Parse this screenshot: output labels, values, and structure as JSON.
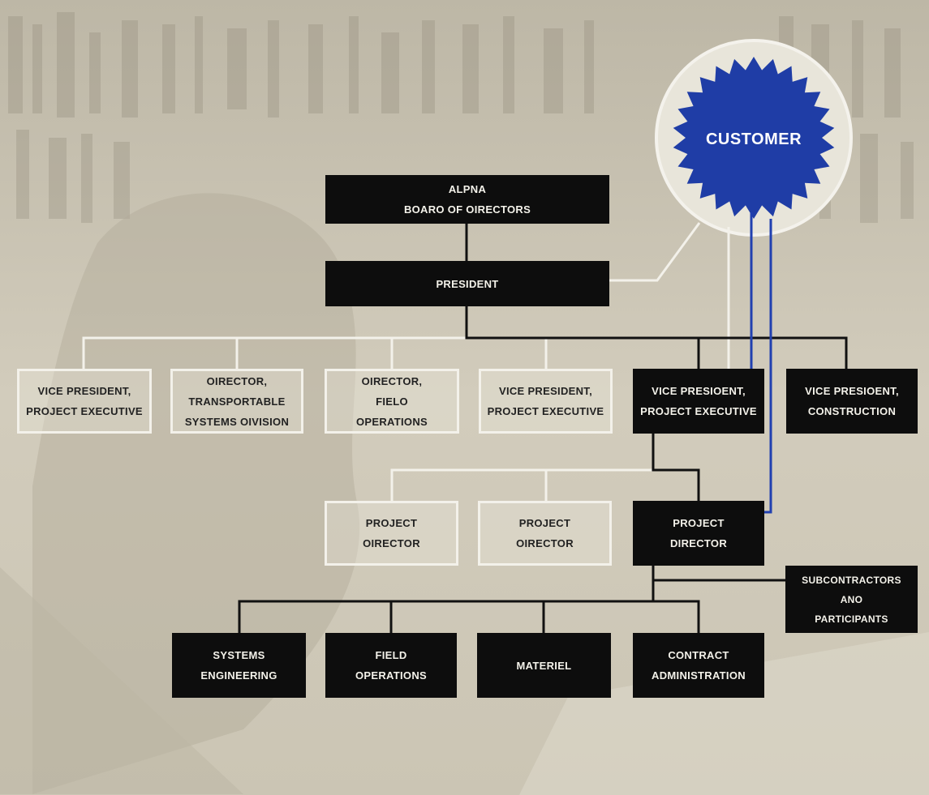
{
  "customer": {
    "label": "CUSTOMER",
    "color": "#1f3da6"
  },
  "connector_colors": {
    "solid": "#111111",
    "ghost": "#f3f1ea",
    "customer": "#2140b0"
  },
  "boxes": {
    "board": [
      "ALPNA",
      "BOARO OF OIRECTORS"
    ],
    "president": [
      "PRESIDENT"
    ],
    "vp_exec_1": [
      "VICE PRESIDENT,",
      "PROJECT EXECUTIVE"
    ],
    "dir_transportable": [
      "OIRECTOR,",
      "TRANSPORTABLE",
      "SYSTEMS OIVISION"
    ],
    "dir_field_ops": [
      "OIRECTOR,",
      "FIELO",
      "OPERATIONS"
    ],
    "vp_exec_2": [
      "VICE PRESIDENT,",
      "PROJECT EXECUTIVE"
    ],
    "vp_exec_3": [
      "VICE PRESIOENT,",
      "PROJECT EXECUTIVE"
    ],
    "vp_construction": [
      "VICE PRESIOENT,",
      "CONSTRUCTION"
    ],
    "proj_dir_1": [
      "PROJECT",
      "OIRECTOR"
    ],
    "proj_dir_2": [
      "PROJECT",
      "OIRECTOR"
    ],
    "proj_dir_3": [
      "PROJECT",
      "DIRECTOR"
    ],
    "subcontractors": [
      "SUBCONTRACTORS",
      "ANO",
      "PARTICIPANTS"
    ],
    "systems_eng": [
      "SYSTEMS",
      "ENGINEERING"
    ],
    "field_operations": [
      "FIELD",
      "OPERATIONS"
    ],
    "materiel": [
      "MATERIEL"
    ],
    "contract_admin": [
      "CONTRACT",
      "ADMINISTRATION"
    ]
  }
}
